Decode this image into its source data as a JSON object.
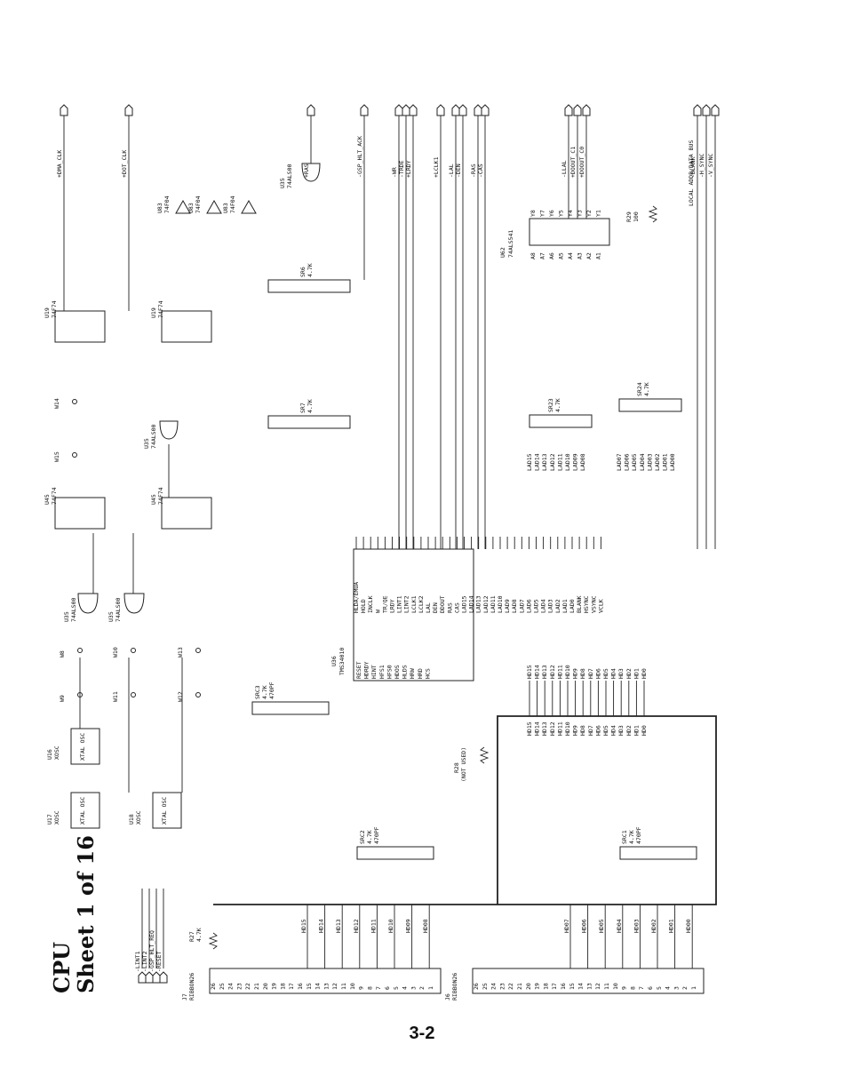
{
  "title": {
    "line1": "CPU",
    "line2": "Sheet 1 of 16"
  },
  "page_number": "3-2",
  "top_signals": [
    "+DMA_CLK",
    "+DOT_CLK",
    "+RAS",
    "-GSP_HLT_ACK",
    "-WR",
    "-TRDE",
    "+LRDY",
    "+LCLK1",
    "-LAL",
    "-DEN",
    "-RAS",
    "-CAS",
    "-LLAL",
    "+DOOUT_C1",
    "+DOOUT_C0",
    "LOCAL ADDR/DATA BUS",
    "-BLANK",
    "-H_SYNC",
    "-V_SYNC"
  ],
  "left_signals": [
    "-LINT1",
    "-LINT2",
    "-GSP_HLT_REQ",
    "-RESET"
  ],
  "chips": {
    "u36": {
      "ref": "U36",
      "part": "TMS34010",
      "left_pins": [
        "RESET",
        "HDRDY",
        "HINT",
        "HFS1",
        "HFS0",
        "HDOS",
        "HLDS",
        "HRW",
        "HRD",
        "HCS"
      ],
      "right_pins_upper": [
        "HLDA/EMUA",
        "HOLD",
        "INCLK",
        "W",
        "TR/QE",
        "LRDY",
        "LINT1",
        "LINT2",
        "LCLK1",
        "LCLK2",
        "LAL",
        "DEN",
        "DDOUT",
        "RAS",
        "CAS"
      ],
      "right_pins_lad": [
        "LAD15",
        "LAD14",
        "LAD13",
        "LAD12",
        "LAD11",
        "LAD10",
        "LAD9",
        "LAD8",
        "LAD7",
        "LAD6",
        "LAD5",
        "LAD4",
        "LAD3",
        "LAD2",
        "LAD1",
        "LAD0"
      ],
      "right_pins_lower": [
        "BLANK",
        "HSYNC",
        "VSYNC",
        "VCLK"
      ],
      "hd_pins": [
        "HD15",
        "HD14",
        "HD13",
        "HD12",
        "HD11",
        "HD10",
        "HD9",
        "HD8",
        "HD7",
        "HD6",
        "HD5",
        "HD4",
        "HD3",
        "HD2",
        "HD1",
        "HD0"
      ]
    },
    "u62": {
      "ref": "U62",
      "part": "74ALS541",
      "a_pins": [
        "A8",
        "A7",
        "A6",
        "A5",
        "A4",
        "A3",
        "A2",
        "A1"
      ],
      "y_pins": [
        "Y8",
        "Y7",
        "Y6",
        "Y5",
        "Y4",
        "Y3",
        "Y2",
        "Y1"
      ]
    },
    "u16": {
      "ref": "U16",
      "type": "XOSC",
      "label": "XTAL OSC"
    },
    "u17": {
      "ref": "U17",
      "type": "XOSC",
      "label": "XTAL OSC"
    },
    "u18": {
      "ref": "U18",
      "type": "XOSC",
      "label": "XTAL OSC"
    },
    "u19a": {
      "ref": "U19",
      "part": "74F74"
    },
    "u19b": {
      "ref": "U19",
      "part": "74F74"
    },
    "u45a": {
      "ref": "U45",
      "part": "74F74"
    },
    "u45b": {
      "ref": "U45",
      "part": "74F74"
    },
    "u35a": {
      "ref": "U35",
      "part": "74ALS00"
    },
    "u35b": {
      "ref": "U35",
      "part": "74ALS00"
    },
    "u35c": {
      "ref": "U35",
      "part": "74ALS00"
    },
    "u35d": {
      "ref": "U35",
      "part": "74ALS00"
    },
    "u83a": {
      "ref": "U83",
      "part": "74F04"
    },
    "u83b": {
      "ref": "U83",
      "part": "74F04"
    },
    "u83c": {
      "ref": "U83",
      "part": "74F04"
    }
  },
  "resistor_packs": {
    "sr6": {
      "ref": "SR6",
      "value": "4.7K"
    },
    "sr7": {
      "ref": "SR7",
      "value": "4.7K"
    },
    "sr23": {
      "ref": "SR23",
      "value": "4.7K",
      "lines": [
        "LAD15",
        "LAD14",
        "LAD13",
        "LAD12",
        "LAD11",
        "LAD10",
        "LAD09",
        "LAD08"
      ]
    },
    "sr24": {
      "ref": "SR24",
      "value": "4.7K",
      "lines": [
        "LAD07",
        "LAD06",
        "LAD05",
        "LAD04",
        "LAD03",
        "LAD02",
        "LAD01",
        "LAD00"
      ]
    },
    "src1": {
      "ref": "SRC1",
      "r": "4.7K",
      "c": "470PF"
    },
    "src2": {
      "ref": "SRC2",
      "r": "4.7K",
      "c": "470PF"
    },
    "src3": {
      "ref": "SRC3",
      "r": "4.7K",
      "c": "470PF"
    }
  },
  "resistors": {
    "r27": {
      "ref": "R27",
      "value": "4.7K"
    },
    "r28": {
      "ref": "R28",
      "value": "(NOT USED)"
    },
    "r29": {
      "ref": "R29",
      "value": "100"
    }
  },
  "jumpers": [
    "W8",
    "W9",
    "W10",
    "W11",
    "W12",
    "W13",
    "W14",
    "W15"
  ],
  "connectors": {
    "j7": {
      "ref": "J7",
      "type": "RIBBON26",
      "pins": [
        "26",
        "25",
        "24",
        "23",
        "22",
        "21",
        "20",
        "19",
        "18",
        "17",
        "16",
        "15",
        "14",
        "13",
        "12",
        "11",
        "10",
        "9",
        "8",
        "7",
        "6",
        "5",
        "4",
        "3",
        "2",
        "1"
      ]
    },
    "j6": {
      "ref": "J6",
      "type": "RIBBON26",
      "pins": [
        "26",
        "25",
        "24",
        "23",
        "22",
        "21",
        "20",
        "19",
        "18",
        "17",
        "16",
        "15",
        "14",
        "13",
        "12",
        "11",
        "10",
        "9",
        "8",
        "7",
        "6",
        "5",
        "4",
        "3",
        "2",
        "1"
      ]
    }
  },
  "hd_bus_j7": [
    "HD15",
    "HD14",
    "HD13",
    "HD12",
    "HD11",
    "HD10",
    "HD09",
    "HD08"
  ],
  "hd_bus_j6": [
    "HD07",
    "HD06",
    "HD05",
    "HD04",
    "HD03",
    "HD02",
    "HD01",
    "HD00"
  ]
}
